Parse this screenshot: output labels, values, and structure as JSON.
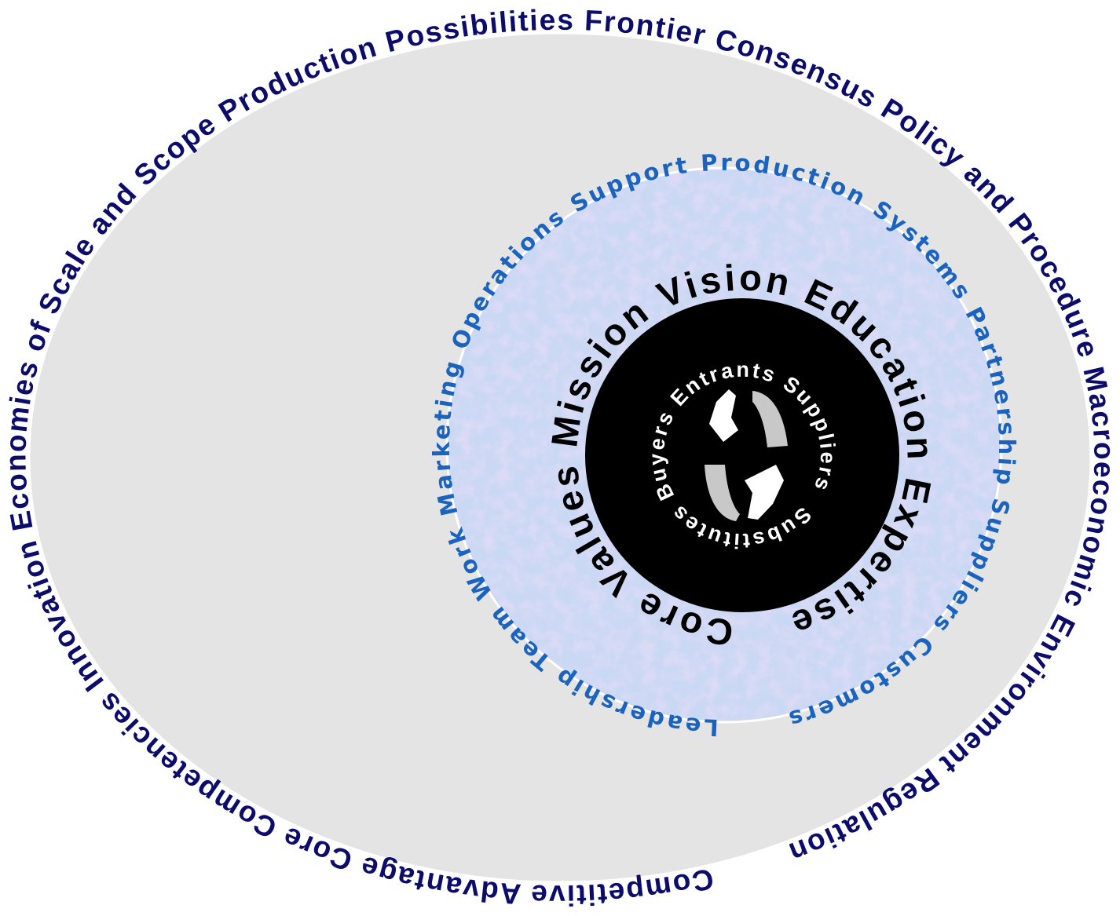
{
  "diagram": {
    "outer_ring_text": "Competitive Advantage Core Competencies Innovation Economies of Scale and Scope Production Possibilities Frontier Consensus Policy and Procedure Macroeconomic Environment Regulation",
    "middle_ring_text": "Leadership Team Work Marketing Operations Support Production Systems Partnership Suppliers Customers",
    "core_ring_text": "Core Values Mission Vision Education Expertise",
    "inner_ring_text": "Substitutes Buyers Entrants Suppliers",
    "colors": {
      "outer_fill": "#e4e4e4",
      "outer_text": "#0c0c6a",
      "middle_text": "#1a63bf",
      "middle_fill": "#c9d8f3",
      "core_fill": "#000000",
      "inner_text": "#ffffff"
    },
    "center_icon": "cycle-arrows-icon"
  }
}
